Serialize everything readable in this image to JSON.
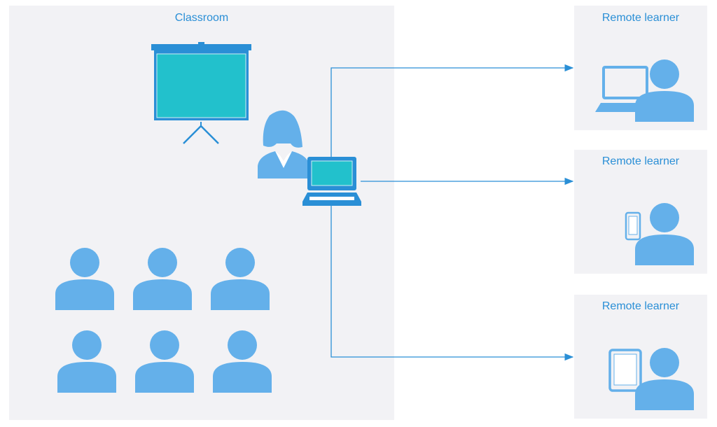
{
  "classroom": {
    "title": "Classroom"
  },
  "remotes": [
    {
      "title": "Remote learner",
      "device": "laptop"
    },
    {
      "title": "Remote learner",
      "device": "phone"
    },
    {
      "title": "Remote learner",
      "device": "tablet"
    }
  ],
  "colors": {
    "person": "#64b0ea",
    "accent": "#2a8fd6",
    "screen": "#22c1cc",
    "panel": "#f2f2f5"
  }
}
